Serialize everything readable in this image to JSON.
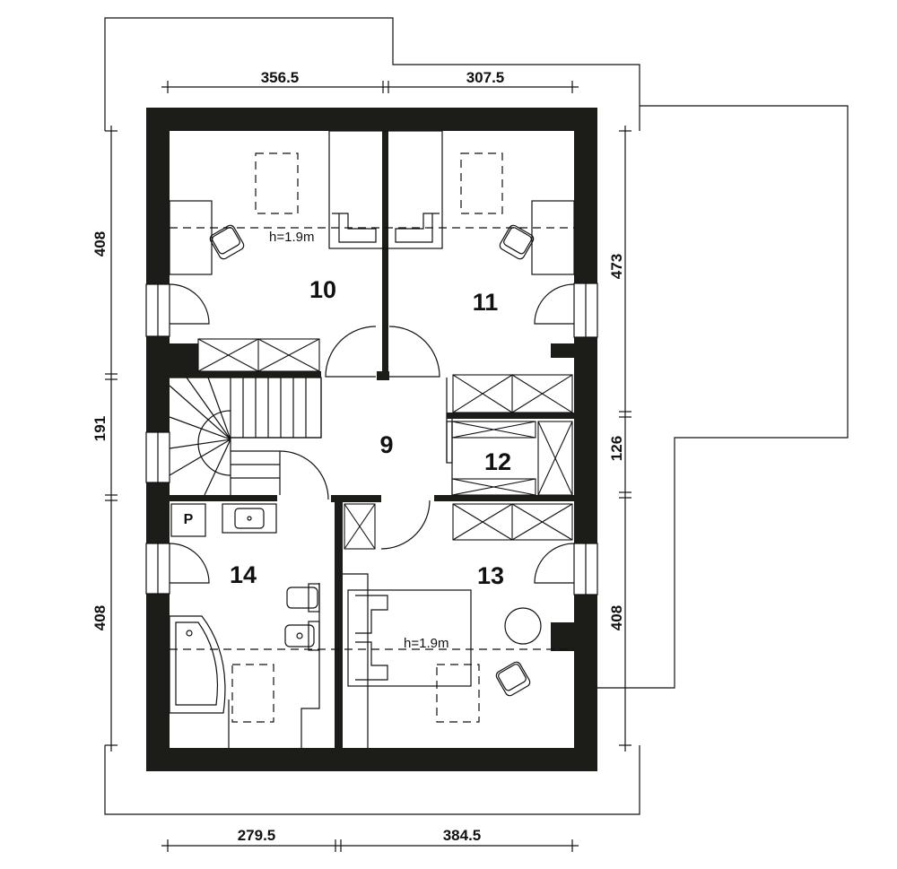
{
  "dimensions": {
    "top_left": "356.5",
    "top_right": "307.5",
    "bottom_left": "279.5",
    "bottom_right": "384.5",
    "left_top": "408",
    "left_middle": "191",
    "left_bottom": "408",
    "right_top": "473",
    "right_middle": "126",
    "right_bottom": "408"
  },
  "rooms": {
    "hall": "9",
    "bedroom_10": "10",
    "bedroom_11": "11",
    "wardrobe_12": "12",
    "bedroom_13": "13",
    "bathroom_14": "14"
  },
  "notes": {
    "roof_height_top": "h=1.9m",
    "roof_height_bottom": "h=1.9m",
    "boiler_mark": "P"
  },
  "icons": {
    "door_swing": "door-arc-icon",
    "roof_window": "skylight-icon",
    "chair": "chair-icon",
    "wardrobe": "wardrobe-icon"
  },
  "colors": {
    "wall": "#1c1c18",
    "line": "#111111",
    "background": "#ffffff"
  }
}
